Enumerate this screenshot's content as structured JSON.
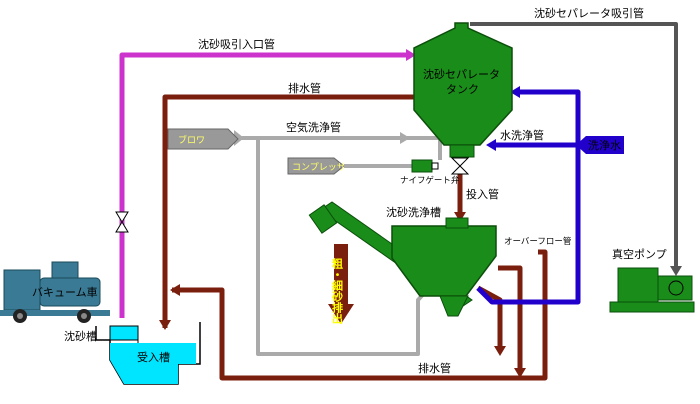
{
  "labels": {
    "suction_inlet_pipe": "沈砂吸引入口管",
    "separator_suction_pipe": "沈砂セパレータ吸引管",
    "drain_pipe_top": "排水管",
    "air_wash_pipe": "空気洗浄管",
    "water_wash_pipe": "水洗浄管",
    "wash_water": "洗浄水",
    "separator_tank_line1": "沈砂セパレータ",
    "separator_tank_line2": "タンク",
    "knife_gate_valve": "ナイフゲート弁",
    "input_pipe": "投入管",
    "sand_wash_tank": "沈砂洗浄槽",
    "overflow_pipe": "オーバーフロー管",
    "vacuum_pump": "真空ポンプ",
    "vacuum_truck": "バキューム車",
    "grit_tank": "沈砂槽",
    "receiving_tank": "受入槽",
    "drain_pipe_bottom": "排水管",
    "discharge_vertical": "粗・細砂排出",
    "blower_box": "ブロワ",
    "compressor_box": "コンプレッサー"
  },
  "colors": {
    "suction_pipe": "#cc33cc",
    "drain_pipe": "#7a1e0e",
    "air_pipe": "#b8b8b8",
    "water_pipe": "#2200cc",
    "vacuum_pipe": "#555555",
    "equipment": "#1a8c1a",
    "receiving_water": "#00e5ff",
    "truck": "#3a7a95"
  }
}
